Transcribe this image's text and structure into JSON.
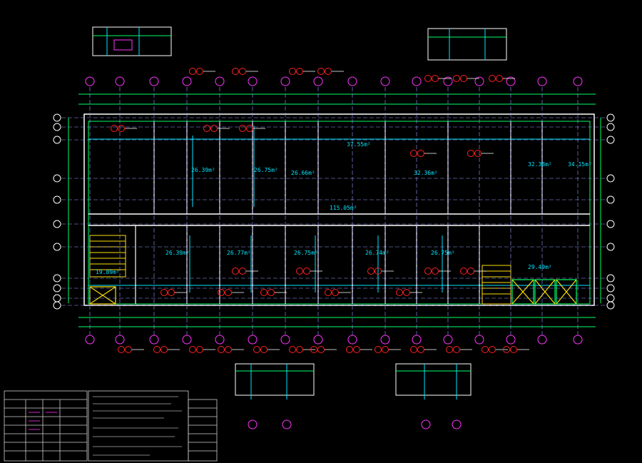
{
  "areas_top": [
    "26.39m²",
    "26.75m²",
    "26.66m²",
    "37.55m²",
    "32.36m²",
    "34.15m²",
    "32.38m²"
  ],
  "areas_bottom": [
    "26.39m²",
    "26.77m²",
    "26.75m²",
    "26.74m²",
    "26.75m²",
    "29.49m²"
  ],
  "corridor_area": "115.05m²",
  "stair_area": "19.89m²",
  "colors": {
    "wall": "#ffffff",
    "grid_axis": "#9aa0ff",
    "dimension": "#00ff66",
    "tag": "#ff2020",
    "bubble": "#ff33ff",
    "cyan": "#00e5ff",
    "yellow": "#ffe000"
  },
  "legend_panel_icon": "table-grid-icon"
}
